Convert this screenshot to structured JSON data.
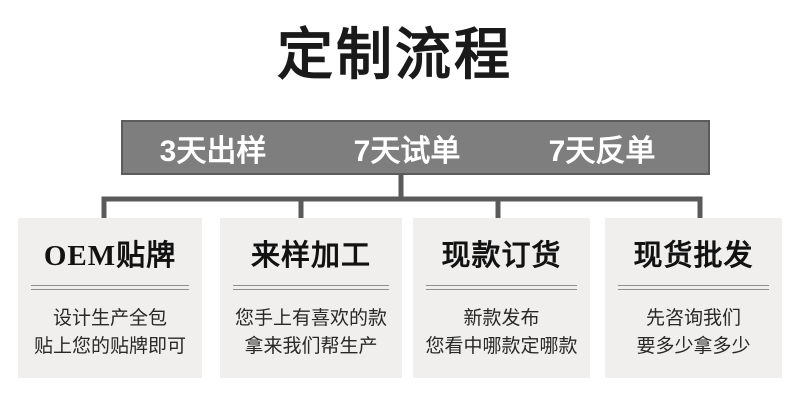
{
  "page": {
    "title": "定制流程",
    "background_color": "#ffffff",
    "title_color": "#1a1a1a"
  },
  "timeline_bar": {
    "fill_color": "#7e7e7e",
    "border_color": "#5c5c5c",
    "text_color": "#ffffff",
    "stages": [
      {
        "label": "3天出样"
      },
      {
        "label": "7天试单"
      },
      {
        "label": "7天反单"
      }
    ]
  },
  "connector": {
    "line_color": "#5a5a5a"
  },
  "cards": [
    {
      "title": "OEM贴牌",
      "lines": [
        "设计生产全包",
        "贴上您的贴牌即可"
      ]
    },
    {
      "title": "来样加工",
      "lines": [
        "您手上有喜欢的款",
        "拿来我们帮生产"
      ]
    },
    {
      "title": "现款订货",
      "lines": [
        "新款发布",
        "您看中哪款定哪款"
      ]
    },
    {
      "title": "现货批发",
      "lines": [
        "先咨询我们",
        "要多少拿多少"
      ]
    }
  ],
  "card_style": {
    "background_color": "#f0efee",
    "divider_color": "#8e8e8e",
    "title_color": "#121212",
    "text_color": "#282828"
  }
}
